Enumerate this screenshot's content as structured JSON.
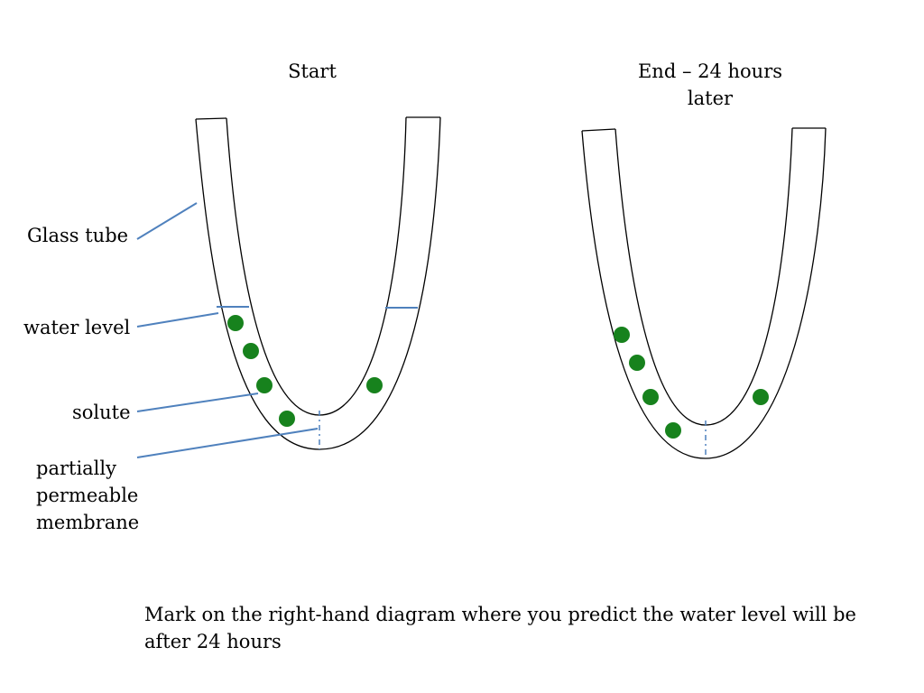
{
  "titles": {
    "start": "Start",
    "end_line1": "End – 24 hours",
    "end_line2": "later"
  },
  "labels": {
    "glass_tube": "Glass tube",
    "water_level": "water level",
    "solute": "solute",
    "membrane_line1": "partially",
    "membrane_line2": "permeable",
    "membrane_line3": "membrane"
  },
  "instruction": {
    "line1": "Mark on the right-hand diagram where you predict the water level will be",
    "line2": "after 24 hours"
  },
  "colors": {
    "solute": "#17821d",
    "leader_line": "#4f81bd",
    "membrane": "#4f81bd",
    "tube_outline": "#000000"
  },
  "diagrams": [
    {
      "id": "start",
      "solute_count_left": 4,
      "solute_count_right": 1,
      "shows_water_level": true
    },
    {
      "id": "end",
      "solute_count_left": 4,
      "solute_count_right": 1,
      "shows_water_level": false
    }
  ]
}
